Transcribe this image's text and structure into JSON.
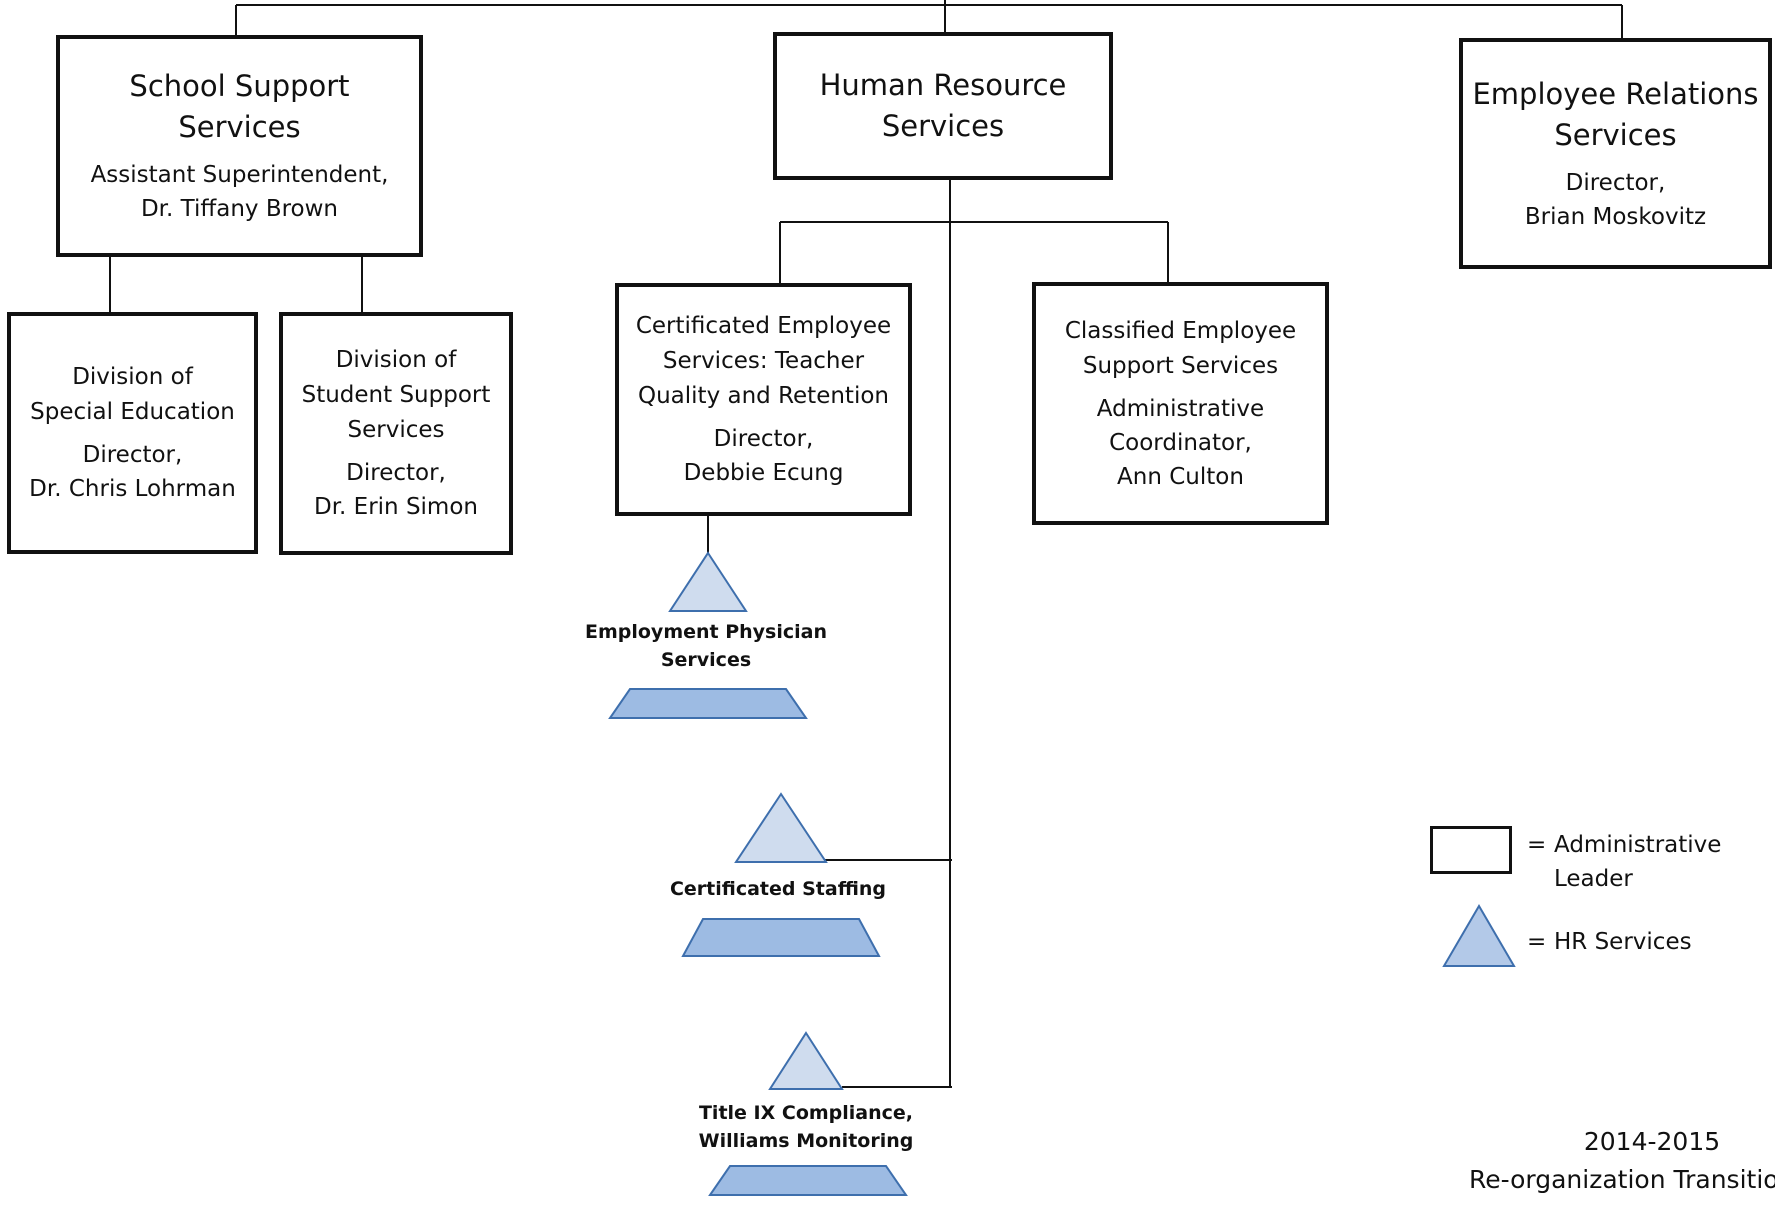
{
  "colors": {
    "triangle_fill": "#cfdcee",
    "base_fill": "#9dbbe3",
    "shape_stroke": "#3e6fad",
    "line": "#111111"
  },
  "boxes": {
    "school_support": {
      "title_line1": "School Support",
      "title_line2": "Services",
      "leader_line1": "Assistant Superintendent,",
      "leader_line2": "Dr. Tiffany Brown"
    },
    "human_resource": {
      "title_line1": "Human Resource",
      "title_line2": "Services"
    },
    "employee_relations": {
      "title_line1": "Employee Relations",
      "title_line2": "Services",
      "leader_line1": "Director,",
      "leader_line2": "Brian Moskovitz"
    },
    "special_education": {
      "title_line1": "Division of",
      "title_line2": "Special Education",
      "leader_line1": "Director,",
      "leader_line2": "Dr. Chris Lohrman"
    },
    "student_support": {
      "title_line1": "Division of",
      "title_line2": "Student Support",
      "title_line3": "Services",
      "leader_line1": "Director,",
      "leader_line2": "Dr. Erin Simon"
    },
    "certificated_employee": {
      "title_line1": "Certificated Employee",
      "title_line2": "Services: Teacher",
      "title_line3": "Quality and Retention",
      "leader_line1": "Director,",
      "leader_line2": "Debbie Ecung"
    },
    "classified_employee": {
      "title_line1": "Classified Employee",
      "title_line2": "Support Services",
      "leader_line1": "Administrative",
      "leader_line2": "Coordinator,",
      "leader_line3": "Ann Culton"
    }
  },
  "hr_services": {
    "employment_physician": {
      "line1": "Employment Physician",
      "line2": "Services"
    },
    "certificated_staffing": {
      "line1": "Certificated Staffing"
    },
    "title_ix": {
      "line1": "Title IX Compliance,",
      "line2": "Williams Monitoring"
    }
  },
  "legend": {
    "box_equals": "=",
    "box_line1": "Administrative",
    "box_line2": "Leader",
    "triangle_equals": "=",
    "triangle_label": "HR Services"
  },
  "footer": {
    "year": "2014-2015",
    "caption": "Re-organization Transitio"
  }
}
